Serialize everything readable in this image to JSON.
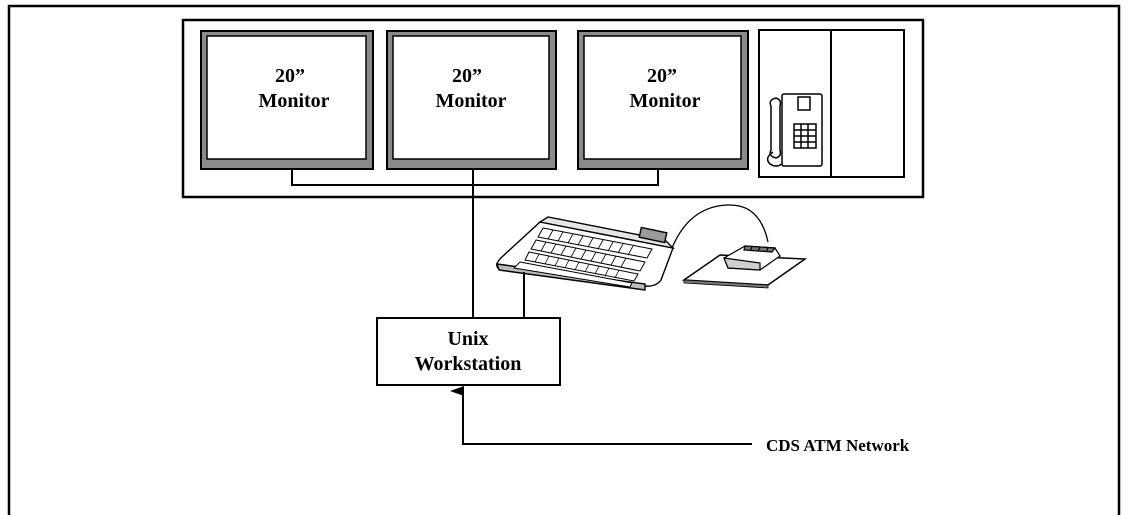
{
  "monitors": [
    {
      "size": "20”",
      "label": "Monitor"
    },
    {
      "size": "20”",
      "label": "Monitor"
    },
    {
      "size": "20”",
      "label": "Monitor"
    }
  ],
  "workstation": {
    "line1": "Unix",
    "line2": "Workstation"
  },
  "network": {
    "label": "CDS ATM Network"
  },
  "icons": [
    "telephone-icon",
    "keyboard-icon",
    "mouse-icon",
    "mouse-pad-icon"
  ]
}
